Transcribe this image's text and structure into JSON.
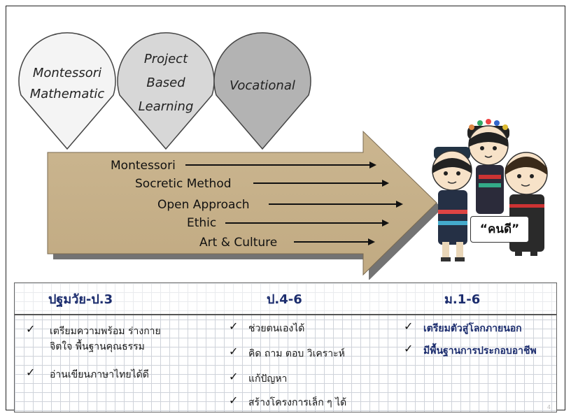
{
  "approaches": [
    "Montessori Mathematic",
    "Project Based Learning",
    "Vocational"
  ],
  "approach_lines": [
    [
      "Montessori",
      "Mathematic"
    ],
    [
      "Project",
      "Based",
      "Learning"
    ],
    [
      "Vocational"
    ]
  ],
  "methods": [
    "Montessori",
    "Socretic Method",
    "Open Approach",
    "Ethic",
    "Art & Culture"
  ],
  "outcome_label": "“คนดี”",
  "levels": [
    {
      "title": "ปฐมวัย-ป.3",
      "items": [
        {
          "lines": [
            "เตรียมความพร้อม ร่างกาย",
            "จิตใจ พื้นฐานคุณธรรม"
          ]
        },
        {
          "lines": [
            "อ่านเขียนภาษาไทยได้ดี"
          ]
        }
      ]
    },
    {
      "title": "ป.4-6",
      "items": [
        {
          "lines": [
            "ช่วยตนเองได้"
          ]
        },
        {
          "lines": [
            "คิด ถาม ตอบ วิเคราะห์"
          ]
        },
        {
          "lines": [
            "แก้ปัญหา"
          ]
        },
        {
          "lines": [
            "สร้างโครงการเล็ก ๆ ได้"
          ]
        }
      ]
    },
    {
      "title": "ม.1-6",
      "items": [
        {
          "lines": [
            "เตรียมตัวสู่โลกภายนอก"
          ]
        },
        {
          "lines": [
            "มีพื้นฐานการประกอบอาชีพ"
          ]
        }
      ]
    }
  ],
  "check_symbol": "✓",
  "page_number": "4",
  "colors": {
    "arrow_fill": "#c7b18c",
    "pin_1": "#f4f4f4",
    "pin_2": "#d7d7d7",
    "pin_3": "#b3b3b3",
    "title_blue": "#1c2d6e"
  }
}
